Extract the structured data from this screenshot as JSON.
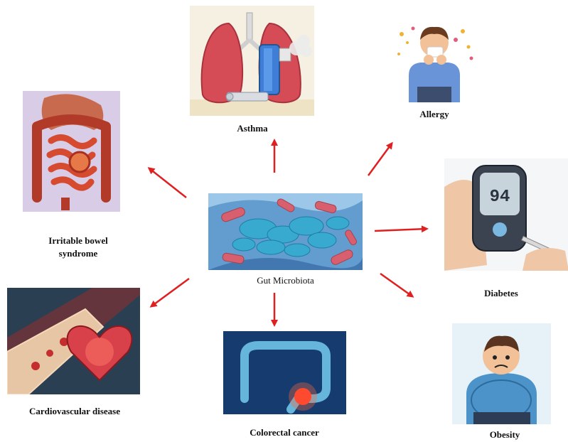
{
  "center": {
    "label": "Gut Microbiota"
  },
  "conditions": [
    {
      "id": "asthma",
      "label": "Asthma"
    },
    {
      "id": "allergy",
      "label": "Allergy"
    },
    {
      "id": "ibs",
      "label": "Irritable bowel",
      "label2": "syndrome"
    },
    {
      "id": "diabetes",
      "label": "Diabetes"
    },
    {
      "id": "cardio",
      "label": "Cardiovascular disease"
    },
    {
      "id": "colorectal",
      "label": "Colorectal cancer"
    },
    {
      "id": "obesity",
      "label": "Obesity"
    }
  ],
  "glucometer": {
    "reading": "94"
  },
  "colors": {
    "arrow": "#e02020"
  }
}
